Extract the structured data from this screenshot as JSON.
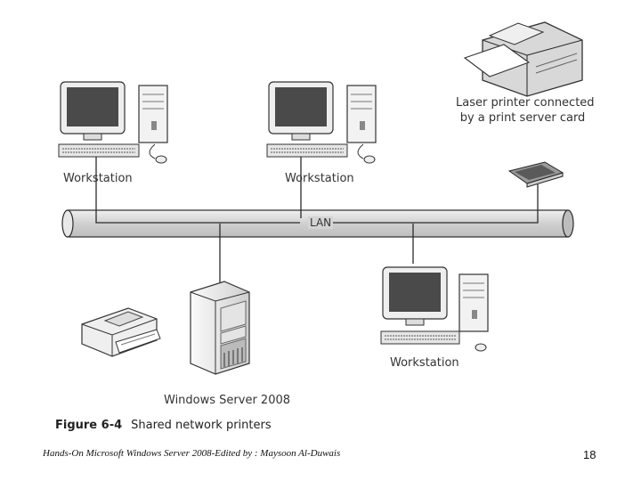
{
  "diagram": {
    "lan_label": "LAN",
    "workstation_1_label": "Workstation",
    "workstation_2_label": "Workstation",
    "workstation_3_label": "Workstation",
    "laser_printer_label_line1": "Laser printer connected",
    "laser_printer_label_line2": "by a print server card",
    "server_label": "Windows Server 2008",
    "figure_number": "Figure 6-4",
    "figure_title": "Shared network printers"
  },
  "footer": {
    "credit": "Hands-On Microsoft Windows Server 2008-Edited by : Maysoon Al-Duwais",
    "page_number": "18"
  },
  "colors": {
    "lan_fill": "#d4d4d4",
    "line": "#2b2b2b",
    "monitor_screen": "#4a4a4a",
    "device_body": "#eeeeee"
  },
  "icons": [
    "workstation-icon",
    "laser-printer-icon",
    "print-server-card-icon",
    "server-icon",
    "local-printer-icon"
  ]
}
